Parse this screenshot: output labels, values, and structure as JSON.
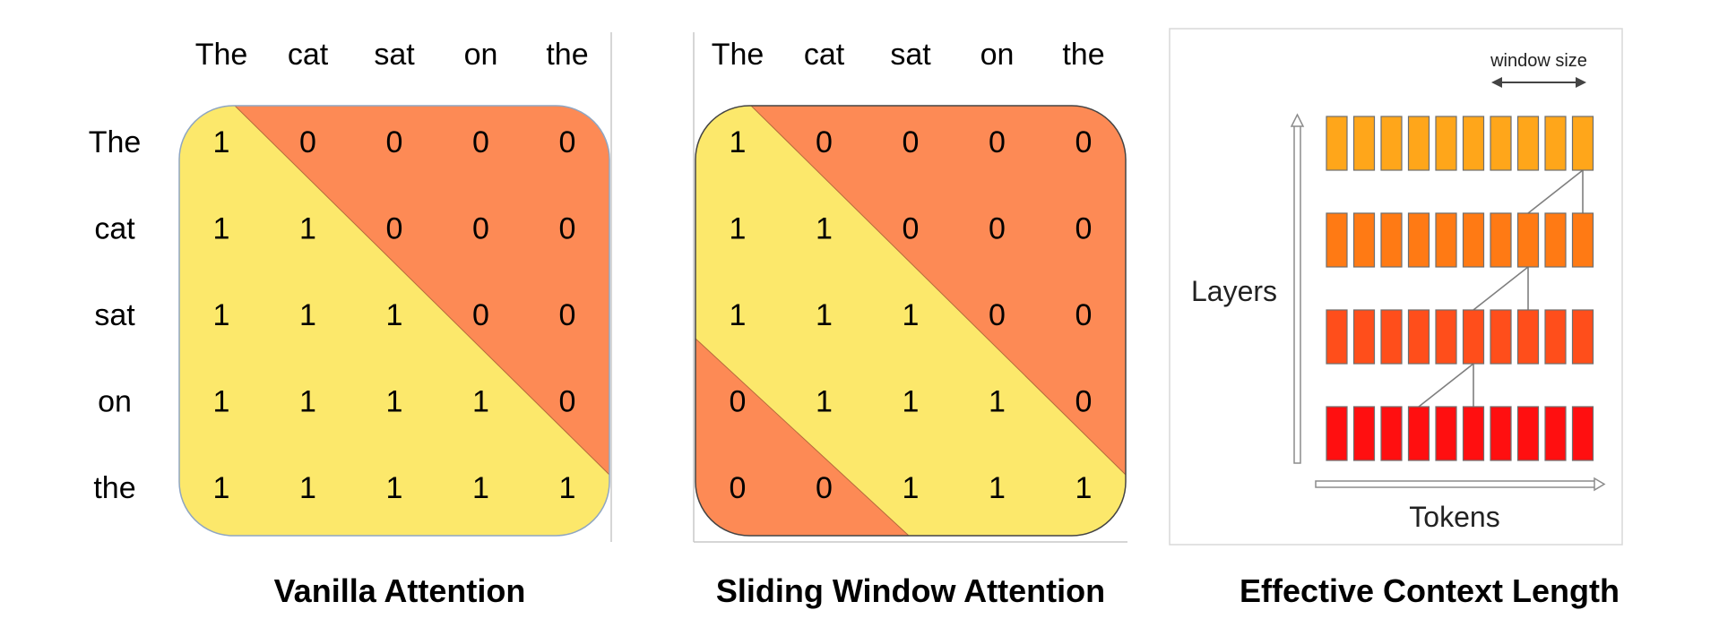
{
  "tokens": [
    "The",
    "cat",
    "sat",
    "on",
    "the"
  ],
  "colors": {
    "allowed": "#FCE86B",
    "masked": "#FD8A55",
    "layer_colors": [
      "#FFA61A",
      "#FF7A14",
      "#FF4E1B",
      "#FF0F10"
    ],
    "connector": "#7F7F7F",
    "frame": "#BFBFBF"
  },
  "panels": {
    "vanilla": {
      "caption": "Vanilla Attention",
      "matrix": [
        [
          1,
          0,
          0,
          0,
          0
        ],
        [
          1,
          1,
          0,
          0,
          0
        ],
        [
          1,
          1,
          1,
          0,
          0
        ],
        [
          1,
          1,
          1,
          1,
          0
        ],
        [
          1,
          1,
          1,
          1,
          1
        ]
      ]
    },
    "sliding": {
      "caption": "Sliding Window Attention",
      "matrix": [
        [
          1,
          0,
          0,
          0,
          0
        ],
        [
          1,
          1,
          0,
          0,
          0
        ],
        [
          1,
          1,
          1,
          0,
          0
        ],
        [
          0,
          1,
          1,
          1,
          0
        ],
        [
          0,
          0,
          1,
          1,
          1
        ]
      ]
    },
    "context": {
      "caption": "Effective Context Length",
      "window_label": "window size",
      "y_label": "Layers",
      "x_label": "Tokens",
      "layers": 4,
      "tokens_per_layer": 10,
      "window": 3
    }
  }
}
